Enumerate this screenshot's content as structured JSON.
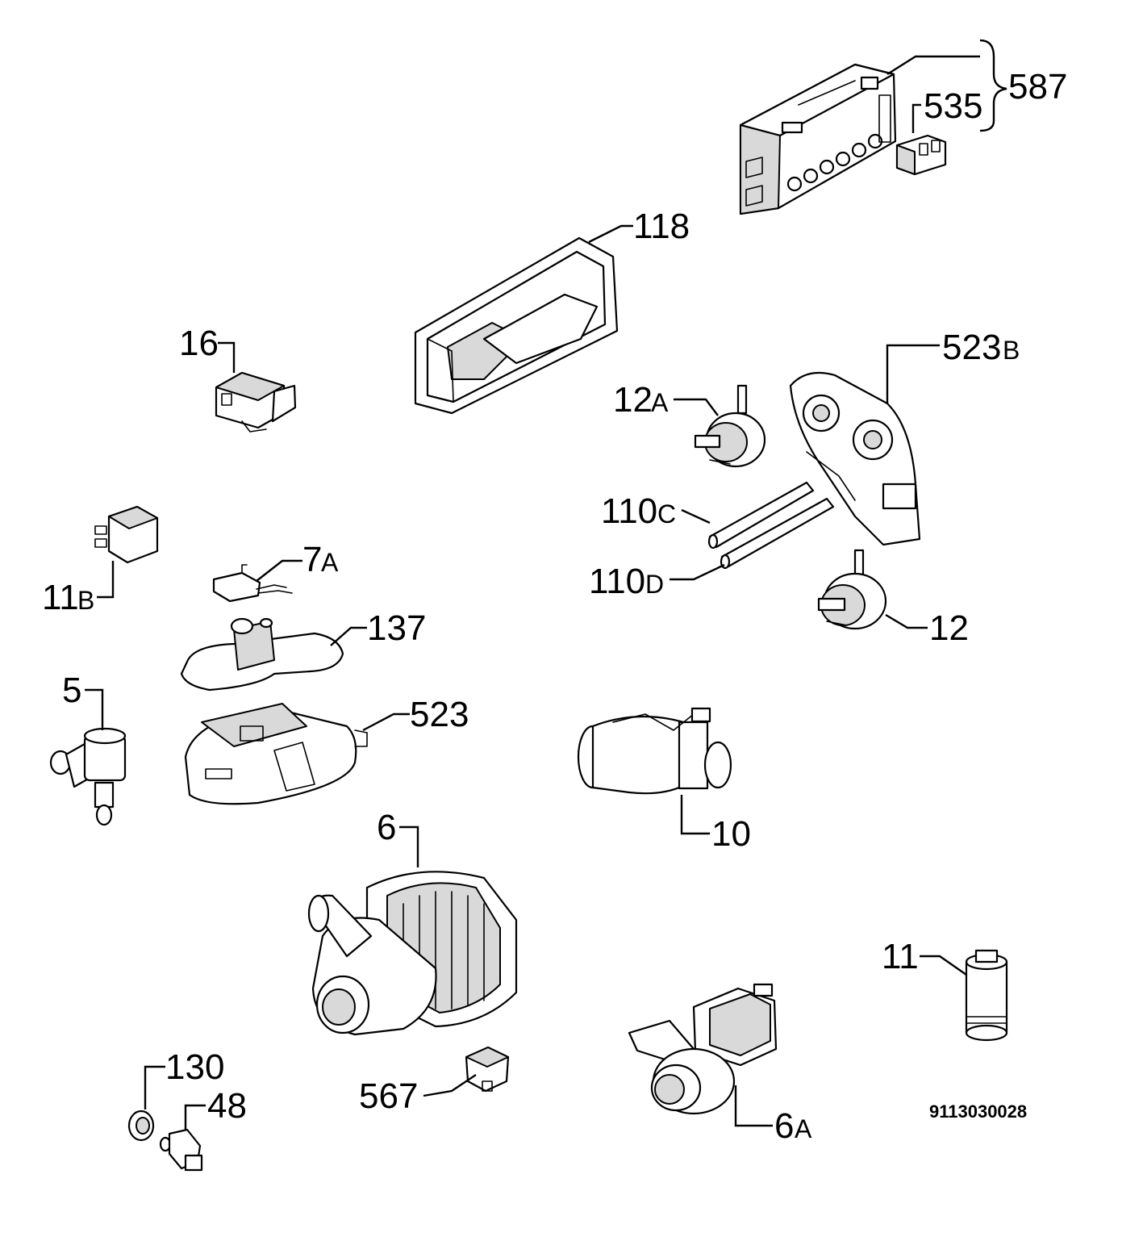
{
  "labels": {
    "l587": "587",
    "l535": "535",
    "l118": "118",
    "l16": "16",
    "l523b_num": "523",
    "l523b_suffix": "B",
    "l12a_num": "12",
    "l12a_suffix": "A",
    "l110c_num": "110",
    "l110c_suffix": "C",
    "l110d_num": "110",
    "l110d_suffix": "D",
    "l12": "12",
    "l11b_num": "11",
    "l11b_suffix": "B",
    "l7a_num": "7",
    "l7a_suffix": "A",
    "l137": "137",
    "l5": "5",
    "l523": "523",
    "l10": "10",
    "l6": "6",
    "l11": "11",
    "l130": "130",
    "l48": "48",
    "l567": "567",
    "l6a_num": "6",
    "l6a_suffix": "A"
  },
  "document_id": "9113030028"
}
